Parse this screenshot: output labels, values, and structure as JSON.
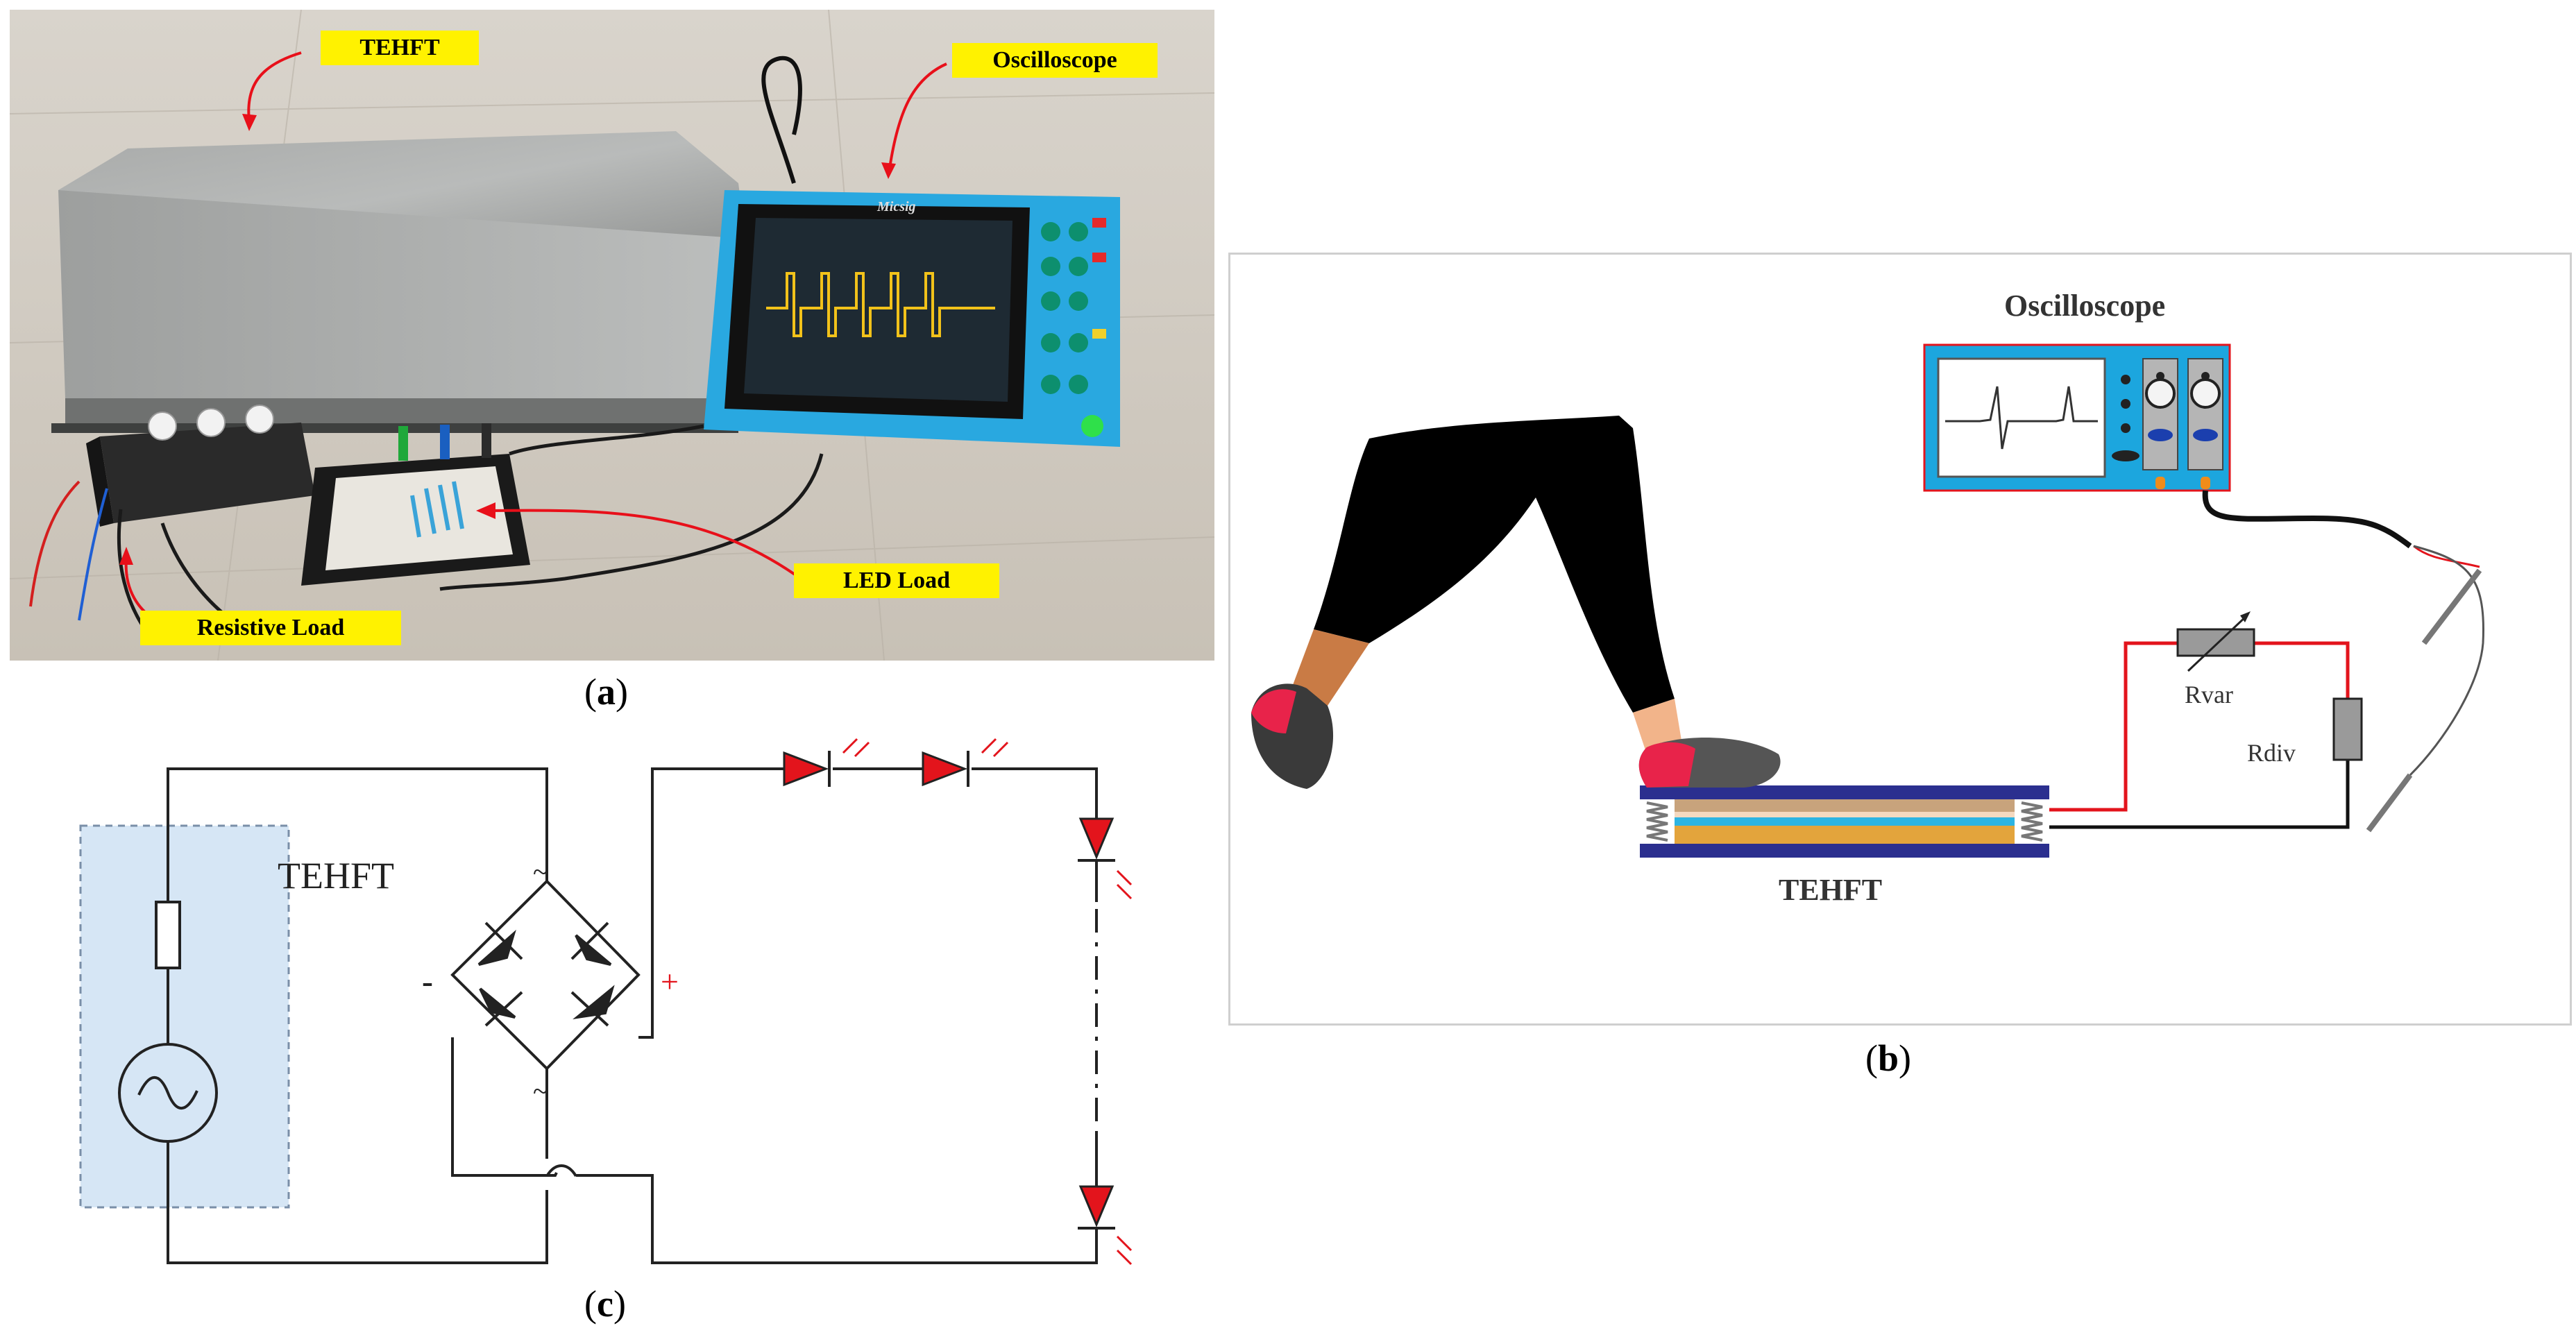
{
  "panels": {
    "a": {
      "label_open": "(",
      "label_letter": "a",
      "label_close": ")"
    },
    "b": {
      "label_open": "(",
      "label_letter": "b",
      "label_close": ")"
    },
    "c": {
      "label_open": "(",
      "label_letter": "c",
      "label_close": ")"
    }
  },
  "photo_tags": {
    "tehft": "TEHFT",
    "oscilloscope": "Oscilloscope",
    "resistive_load": "Resistive Load",
    "led_load": "LED Load",
    "scope_brand": "Micsig"
  },
  "schematic": {
    "oscilloscope": "Oscilloscope",
    "tehft": "TEHFT",
    "r_var": "Rvar",
    "r_div": "Rdiv"
  },
  "circuit": {
    "tehft": "TEHFT",
    "minus": "-",
    "plus": "+",
    "ac_top": "~",
    "ac_bottom": "~"
  },
  "colors": {
    "tag_yellow": "#fff200",
    "arrow_red": "#e8101a",
    "scope_blue": "#29a8e0",
    "tehft_plate": "#2b2f8f",
    "led_red": "#e3141c",
    "source_fill": "#d6e6f5"
  }
}
